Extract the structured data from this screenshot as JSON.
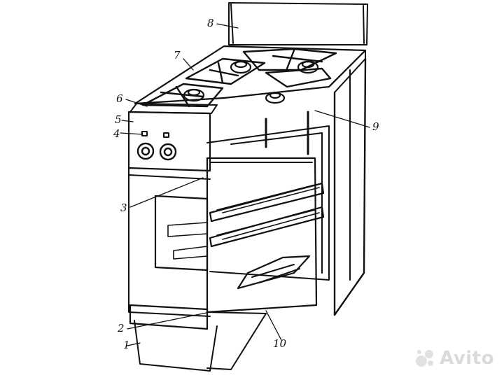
{
  "figure": {
    "callouts": [
      {
        "id": "1",
        "label": "1"
      },
      {
        "id": "2",
        "label": "2"
      },
      {
        "id": "3",
        "label": "3"
      },
      {
        "id": "4",
        "label": "4"
      },
      {
        "id": "5",
        "label": "5"
      },
      {
        "id": "6",
        "label": "6"
      },
      {
        "id": "7",
        "label": "7"
      },
      {
        "id": "8",
        "label": "8"
      },
      {
        "id": "9",
        "label": "9"
      },
      {
        "id": "10",
        "label": "10"
      }
    ]
  },
  "watermark": {
    "text": "Avito",
    "color": "#bdbdbd"
  },
  "colors": {
    "ink": "#111111",
    "background": "#ffffff"
  }
}
